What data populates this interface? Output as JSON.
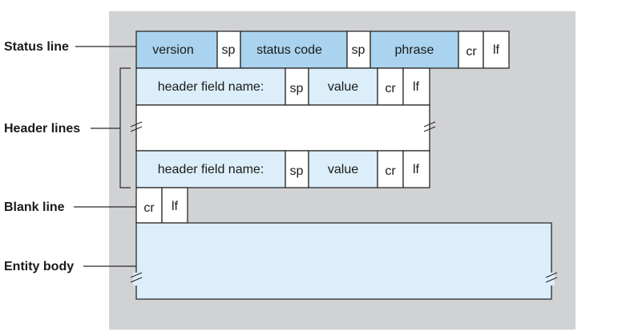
{
  "colors": {
    "panel": "#d1d2d4",
    "light_blue": "#dceef9",
    "blue": "#a9d3ee",
    "white": "#ffffff",
    "stroke": "#2a2a2a"
  },
  "labels": {
    "status_line": "Status line",
    "header_lines": "Header lines",
    "blank_line": "Blank line",
    "entity_body": "Entity body"
  },
  "status_line": {
    "version": "version",
    "sp1": "sp",
    "status_code": "status code",
    "sp2": "sp",
    "phrase": "phrase",
    "cr": "cr",
    "lf": "lf"
  },
  "header_line_1": {
    "name": "header field name:",
    "sp": "sp",
    "value": "value",
    "cr": "cr",
    "lf": "lf"
  },
  "header_line_2": {
    "name": "header field name:",
    "sp": "sp",
    "value": "value",
    "cr": "cr",
    "lf": "lf"
  },
  "blank_line": {
    "cr": "cr",
    "lf": "lf"
  }
}
